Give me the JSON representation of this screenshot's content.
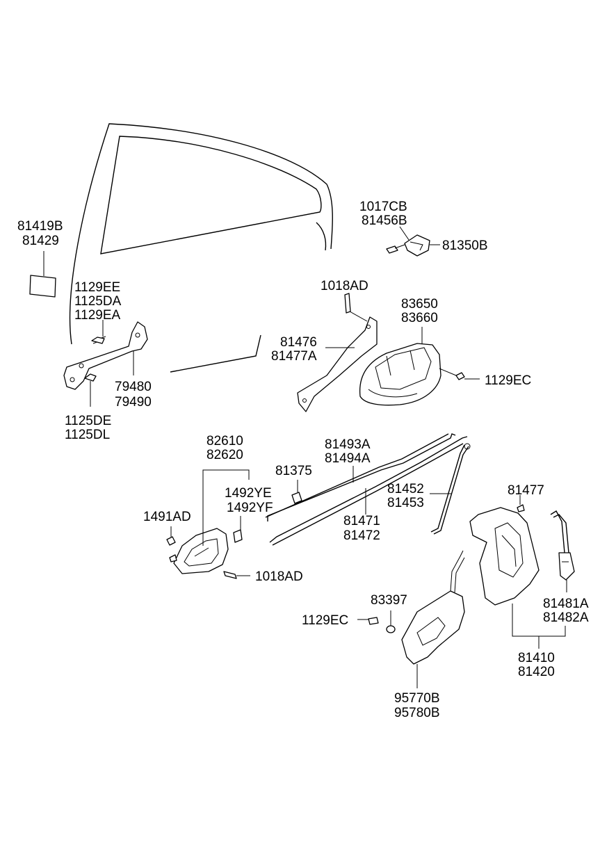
{
  "part_labels": {
    "p81419B": "81419B",
    "p81429": "81429",
    "p1129EE": "1129EE",
    "p1125DA": "1125DA",
    "p1129EA": "1129EA",
    "p79480": "79480",
    "p79490": "79490",
    "p1125DE": "1125DE",
    "p1125DL": "1125DL",
    "p1017CB": "1017CB",
    "p81456B": "81456B",
    "p81350B": "81350B",
    "p1018AD_top": "1018AD",
    "p83650": "83650",
    "p83660": "83660",
    "p81476": "81476",
    "p81477A": "81477A",
    "p1129EC_top": "1129EC",
    "p82610": "82610",
    "p82620": "82620",
    "p81493A": "81493A",
    "p81494A": "81494A",
    "p81375": "81375",
    "p1492YE": "1492YE",
    "p1492YF": "1492YF",
    "p81452": "81452",
    "p81453": "81453",
    "p1491AD": "1491AD",
    "p81471": "81471",
    "p81472": "81472",
    "p81477": "81477",
    "p1018AD_bottom": "1018AD",
    "p83397": "83397",
    "p1129EC_bottom": "1129EC",
    "p81481A": "81481A",
    "p81482A": "81482A",
    "p81410": "81410",
    "p81420": "81420",
    "p95770B": "95770B",
    "p95780B": "95780B"
  }
}
